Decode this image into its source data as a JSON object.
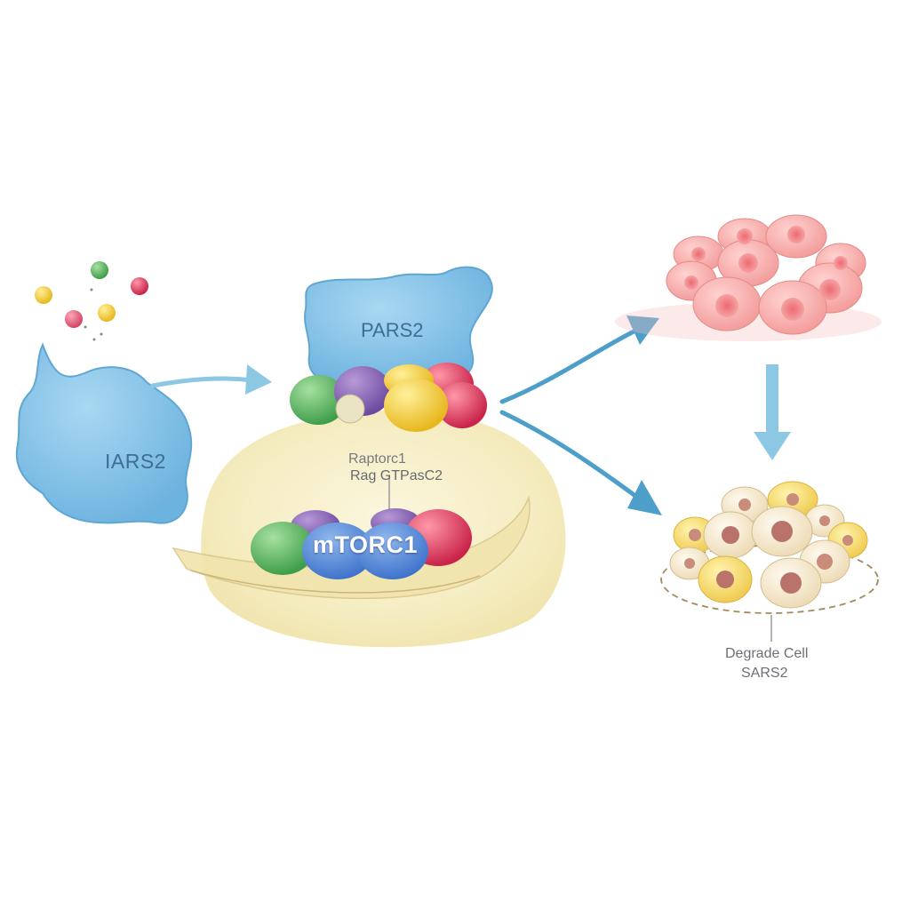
{
  "labels": {
    "iars2": "IARS2",
    "pars2": "PARS2",
    "raptor": "Raptorc1",
    "rag": "Rag GTPasC2",
    "mtorc1": "mTORC1",
    "degrade_cell": "Degrade Cell",
    "sars2": "SARS2"
  },
  "colors": {
    "protein_blue": "#7cc0e6",
    "membrane_cream": "#f6eec2",
    "arrow_blue": "#5aa9d1",
    "healthy_cell_pink": "#f6a3a3",
    "degraded_cell_cream": "#f5e6c8",
    "subunit_green": "#5dbb63",
    "subunit_purple": "#8a63b8",
    "subunit_yellow": "#f2d23c",
    "subunit_red": "#e6445f"
  },
  "icons": {
    "amino_acid_dots": "amino-acid-icon",
    "arrows": "arrow-icon"
  }
}
